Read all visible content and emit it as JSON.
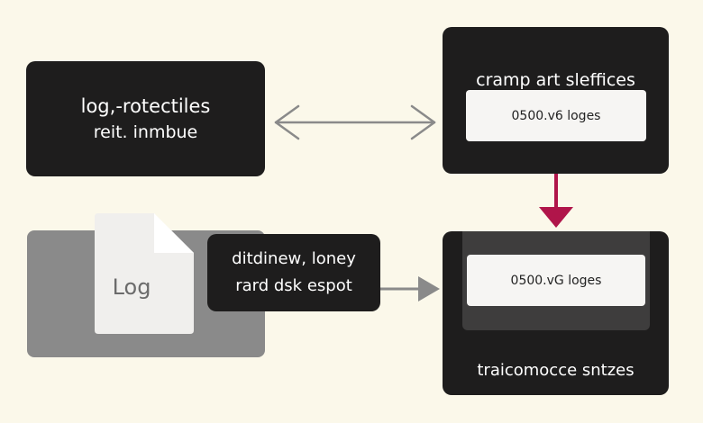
{
  "nodes": {
    "rotate_box": {
      "line1": "log,-rotectiles",
      "line2": "reit. inmbue"
    },
    "settings_box": {
      "title": "cramp art sleffices",
      "field": "0500.v6 loges"
    },
    "log_file": {
      "label": "Log"
    },
    "export_box": {
      "line1": "ditdinew, loney",
      "line2": "rard dsk espot"
    },
    "output_box": {
      "field": "0500.vG loges",
      "footer": "traicomocce sntzes"
    }
  },
  "colors": {
    "background": "#fbf8ea",
    "dark_node": "#1e1d1d",
    "gray_panel": "#8a8a8a",
    "accent_arrow": "#b0154a",
    "connector_gray": "#8a8a8a"
  }
}
